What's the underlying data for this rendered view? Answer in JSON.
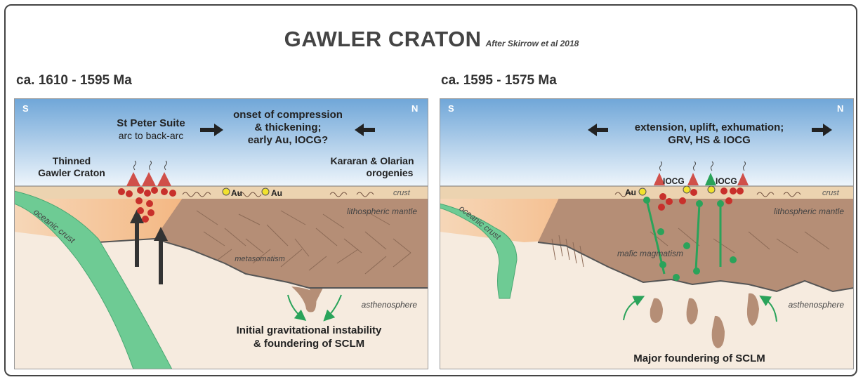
{
  "title": "GAWLER CRATON",
  "subtitle": "After Skirrow et al 2018",
  "left": {
    "period": "ca. 1610 - 1595 Ma",
    "compass_s": "S",
    "compass_n": "N",
    "suite_line1": "St Peter Suite",
    "suite_line2": "arc to back-arc",
    "compression_line1": "onset of compression",
    "compression_line2": "& thickening;",
    "compression_line3": "early Au, IOCG?",
    "craton_line1": "Thinned",
    "craton_line2": "Gawler Craton",
    "orogeny_line1": "Kararan & Olarian",
    "orogeny_line2": "orogenies",
    "au1": "Au",
    "au2": "Au",
    "crust": "crust",
    "lith_mantle": "lithospheric mantle",
    "oceanic": "oceanic crust",
    "metasomatism": "metasomatism",
    "astheno": "asthenosphere",
    "caption_line1": "Initial gravitational instability",
    "caption_line2": "& foundering of SCLM"
  },
  "right": {
    "period": "ca. 1595 - 1575 Ma",
    "compass_s": "S",
    "compass_n": "N",
    "ext_line1": "extension, uplift, exhumation;",
    "ext_line2": "GRV, HS & IOCG",
    "iocg1": "IOCG",
    "iocg2": "IOCG",
    "au": "Au",
    "crust": "crust",
    "lith_mantle": "lithospheric mantle",
    "oceanic": "oceanic crust",
    "mafic": "mafic magmatism",
    "astheno": "asthenosphere",
    "caption": "Major foundering of SCLM"
  },
  "colors": {
    "sky_top": "#6fa6d8",
    "sky_bottom": "#eef5fb",
    "crust": "#ecd3b0",
    "mantle": "#b58e76",
    "thinned": "#f4b884",
    "astheno": "#f6ebdf",
    "oceanic": "#6ecb94",
    "felsic": "#d0504a",
    "mafic": "#2aa35a",
    "gold": "#f1e22e"
  }
}
